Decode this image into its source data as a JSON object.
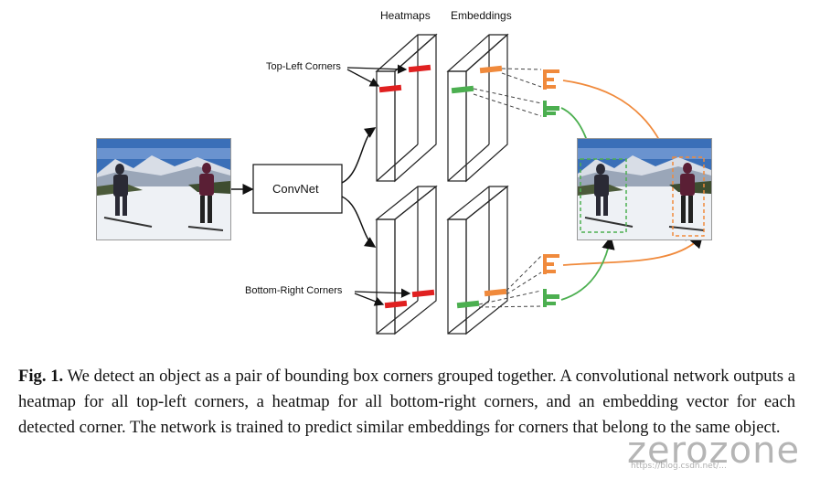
{
  "figure": {
    "labels": {
      "heatmaps": "Heatmaps",
      "embeddings": "Embeddings",
      "top_left_corners": "Top-Left Corners",
      "bottom_right_corners": "Bottom-Right Corners",
      "convnet": "ConvNet"
    },
    "colors": {
      "heatmap_corner": "#e02020",
      "embedding_orange": "#f08a3c",
      "embedding_green": "#4caf50",
      "box_stroke": "#222222"
    }
  },
  "caption": {
    "fig_label": "Fig. 1.",
    "text": "We detect an object as a pair of bounding box corners grouped together. A convolutional network outputs a heatmap for all top-left corners, a heatmap for all bottom-right corners, and an embedding vector for each detected corner. The network is trained to predict similar embeddings for corners that belong to the same object."
  },
  "watermark": {
    "text": "zerozone",
    "sub": "https://blog.csdn.net/..."
  }
}
